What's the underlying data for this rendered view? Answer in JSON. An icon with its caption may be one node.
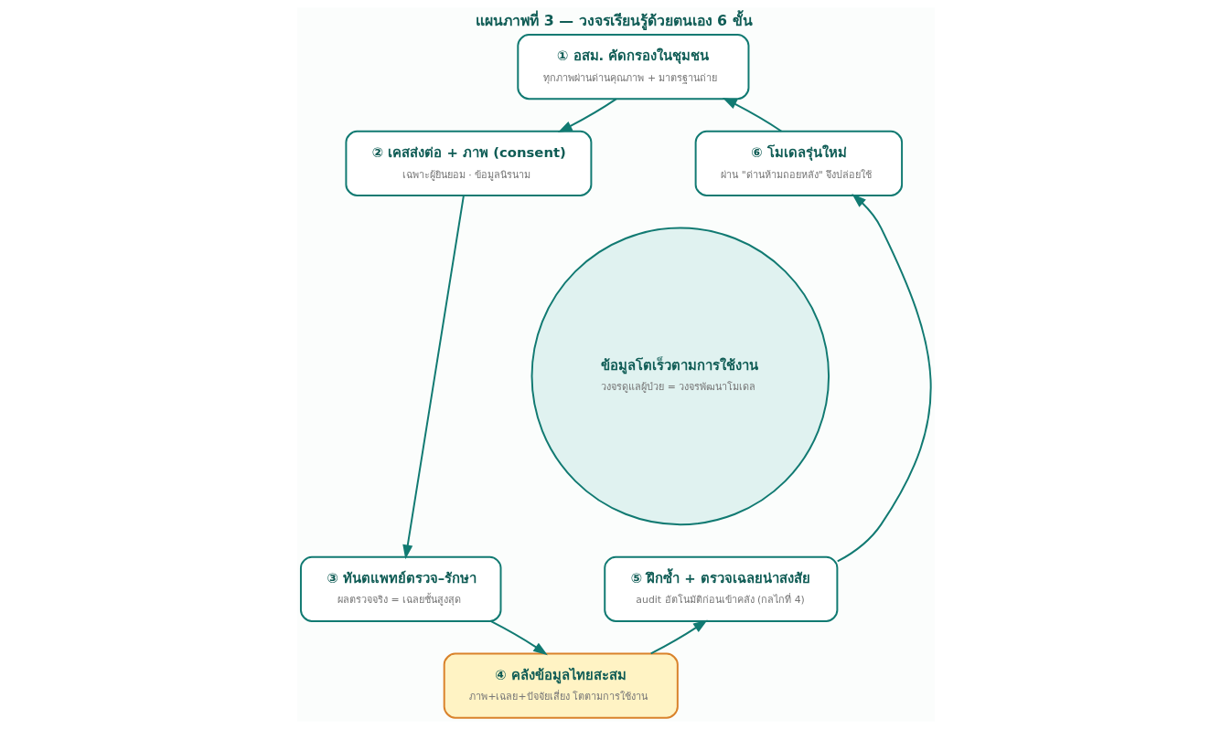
{
  "diagram": {
    "title": "แผนภาพที่ 3 — วงจรเรียนรู้ด้วยตนเอง 6 ขั้น",
    "nodes": [
      {
        "text": [
          "① อสม. คัดกรองในชุมชน",
          "ทุกภาพผ่านด่านคุณภาพ + มาตรฐานถ่าย"
        ]
      },
      {
        "text": [
          "② เคสส่งต่อ + ภาพ (consent)",
          "เฉพาะผู้ยินยอม · ข้อมูลนิรนาม"
        ]
      },
      {
        "text": [
          "③ ทันตแพทย์ตรวจ–รักษา",
          "ผลตรวจจริง = เฉลยชั้นสูงสุด"
        ]
      },
      {
        "text": [
          "④ คลังข้อมูลไทยสะสม",
          "ภาพ+เฉลย+ปัจจัยเสี่ยง โตตามการใช้งาน"
        ]
      },
      {
        "text": [
          "⑤ ฝึกซ้ำ + ตรวจเฉลยน่าสงสัย",
          "audit อัตโนมัติก่อนเข้าคลัง (กลไกที่ 4)"
        ]
      },
      {
        "text": [
          "⑥ โมเดลรุ่นใหม่",
          "ผ่าน \"ด่านห้ามถอยหลัง\" จึงปล่อยใช้"
        ]
      },
      {
        "text": [
          "ข้อมูลโตเร็วตามการใช้งาน",
          "วงจรดูแลผู้ป่วย = วงจรพัฒนาโมเดล"
        ]
      }
    ],
    "edges": [
      {
        "from": 0,
        "to": 1,
        "arrow": "to"
      },
      {
        "from": 1,
        "to": 2,
        "arrow": "to"
      },
      {
        "from": 2,
        "to": 3,
        "arrow": "to"
      },
      {
        "from": 3,
        "to": 4,
        "arrow": "to"
      },
      {
        "from": 4,
        "to": 5,
        "arrow": "to"
      },
      {
        "from": 5,
        "to": 0,
        "arrow": "to"
      }
    ]
  }
}
